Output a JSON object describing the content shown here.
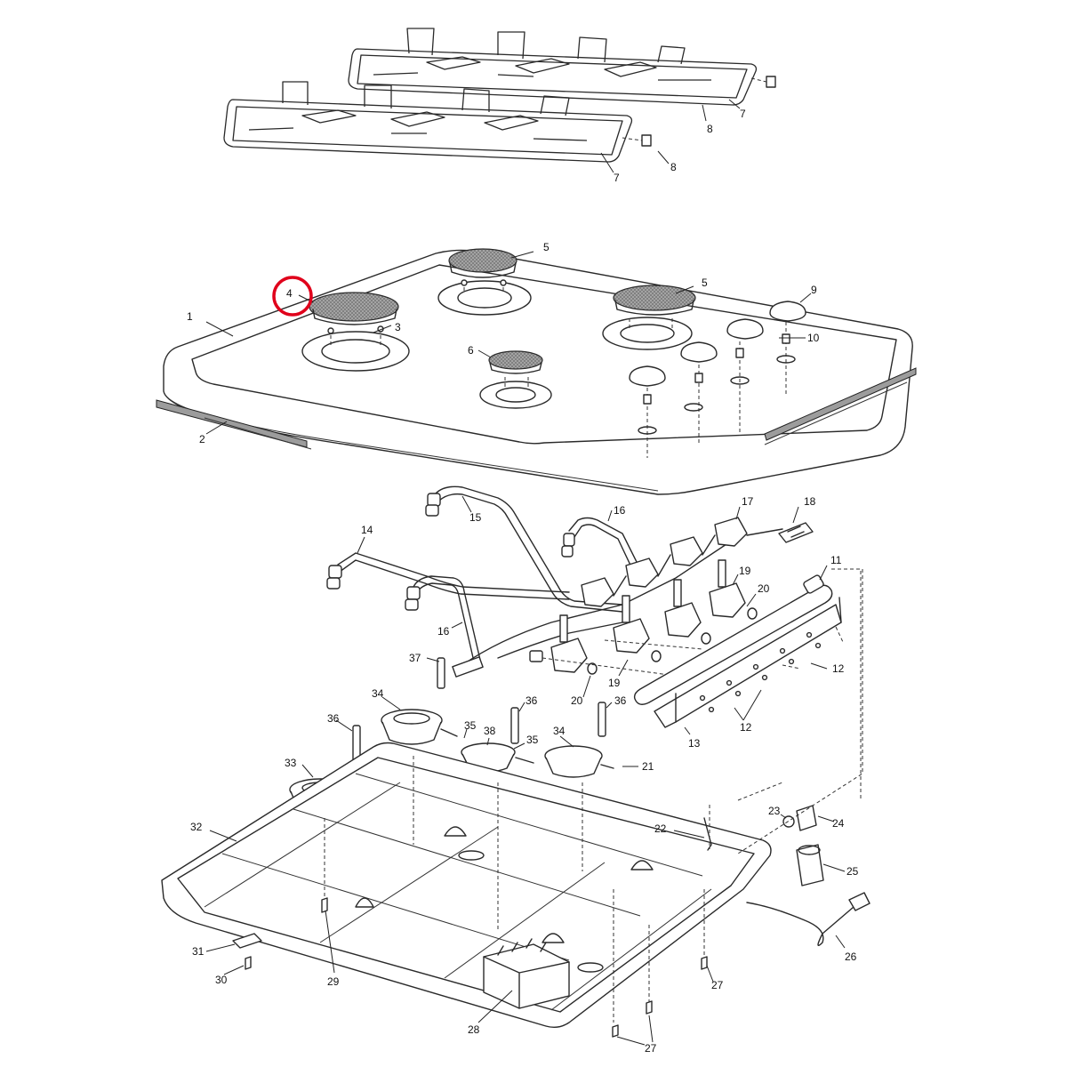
{
  "diagram": {
    "highlight_color": "#e0001b",
    "highlighted_label": "4",
    "labels": [
      {
        "id": "label-7-back-grate",
        "text": "7"
      },
      {
        "id": "label-8-back-grate",
        "text": "8"
      },
      {
        "id": "label-8-front-grate",
        "text": "8"
      },
      {
        "id": "label-7-front-grate",
        "text": "7"
      },
      {
        "id": "label-5-rear-burner",
        "text": "5"
      },
      {
        "id": "label-5-right-burner",
        "text": "5"
      },
      {
        "id": "label-4-front-left-burner",
        "text": "4"
      },
      {
        "id": "label-9-knob",
        "text": "9"
      },
      {
        "id": "label-1-hob-top",
        "text": "1"
      },
      {
        "id": "label-3-screw",
        "text": "3"
      },
      {
        "id": "label-10-spindle",
        "text": "10"
      },
      {
        "id": "label-6-small-burner",
        "text": "6"
      },
      {
        "id": "label-2-seal-strip",
        "text": "2"
      },
      {
        "id": "label-15-pipe",
        "text": "15"
      },
      {
        "id": "label-16-pipe-top",
        "text": "16"
      },
      {
        "id": "label-17-valve",
        "text": "17"
      },
      {
        "id": "label-18-ignition",
        "text": "18"
      },
      {
        "id": "label-14-pipe",
        "text": "14"
      },
      {
        "id": "label-11-manifold",
        "text": "11"
      },
      {
        "id": "label-19-valve-right",
        "text": "19"
      },
      {
        "id": "label-20-right",
        "text": "20"
      },
      {
        "id": "label-16-pipe-bottom",
        "text": "16"
      },
      {
        "id": "label-12-upper",
        "text": "12"
      },
      {
        "id": "label-37-thermocouple",
        "text": "37"
      },
      {
        "id": "label-19-valve-mid",
        "text": "19"
      },
      {
        "id": "label-20-mid",
        "text": "20"
      },
      {
        "id": "label-34-left",
        "text": "34"
      },
      {
        "id": "label-36-mid",
        "text": "36"
      },
      {
        "id": "label-36-right",
        "text": "36"
      },
      {
        "id": "label-12-lower",
        "text": "12"
      },
      {
        "id": "label-36-left",
        "text": "36"
      },
      {
        "id": "label-35-upper",
        "text": "35"
      },
      {
        "id": "label-38-burner",
        "text": "38"
      },
      {
        "id": "label-35-lower",
        "text": "35"
      },
      {
        "id": "label-34-right",
        "text": "34"
      },
      {
        "id": "label-13-bracket",
        "text": "13"
      },
      {
        "id": "label-33-burner",
        "text": "33"
      },
      {
        "id": "label-21-clip",
        "text": "21"
      },
      {
        "id": "label-23-washer",
        "text": "23"
      },
      {
        "id": "label-24-elbow",
        "text": "24"
      },
      {
        "id": "label-32-base-tray",
        "text": "32"
      },
      {
        "id": "label-22-spark",
        "text": "22"
      },
      {
        "id": "label-25-regulator",
        "text": "25"
      },
      {
        "id": "label-26-cable",
        "text": "26"
      },
      {
        "id": "label-31-bracket",
        "text": "31"
      },
      {
        "id": "label-30-screw",
        "text": "30"
      },
      {
        "id": "label-29-screw",
        "text": "29"
      },
      {
        "id": "label-27-upper",
        "text": "27"
      },
      {
        "id": "label-28-spark-generator",
        "text": "28"
      },
      {
        "id": "label-27-lower",
        "text": "27"
      }
    ]
  }
}
